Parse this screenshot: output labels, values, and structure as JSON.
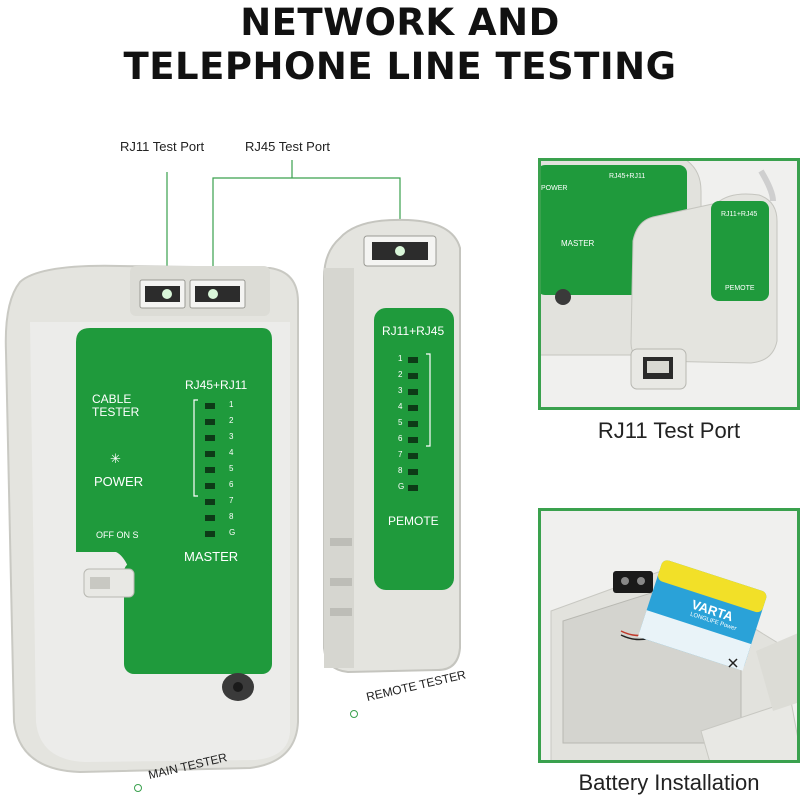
{
  "title": {
    "line1": "NETWORK AND",
    "line2": "TELEPHONE LINE TESTING"
  },
  "port_labels": {
    "rj11": "RJ11 Test Port",
    "rj45": "RJ45 Test Port"
  },
  "main_tester": {
    "brand_line1": "CABLE",
    "brand_line2": "TESTER",
    "port_header": "RJ45+RJ11",
    "power_label": "POWER",
    "switch_label": "OFF ON S",
    "unit_label": "MASTER",
    "led_numbers": [
      "1",
      "2",
      "3",
      "4",
      "5",
      "6",
      "7",
      "8",
      "G"
    ],
    "caption": "MAIN TESTER"
  },
  "remote_tester": {
    "port_header": "RJ11+RJ45",
    "unit_label": "PEMOTE",
    "led_numbers": [
      "1",
      "2",
      "3",
      "4",
      "5",
      "6",
      "7",
      "8",
      "G"
    ],
    "caption": "REMOTE TESTER"
  },
  "inset_top": {
    "caption": "RJ11 Test Port",
    "master_header": "RJ45+RJ11",
    "master_label": "MASTER",
    "power_label": "POWER",
    "remote_header": "RJ11+RJ45",
    "remote_label": "PEMOTE"
  },
  "inset_bottom": {
    "caption": "Battery Installation",
    "battery_brand": "VARTA",
    "battery_sub": "LONGLIFE Power"
  },
  "colors": {
    "accent_green": "#1f9a3c",
    "frame_green": "#3aa14e",
    "device_gray": "#e6e6e2"
  }
}
